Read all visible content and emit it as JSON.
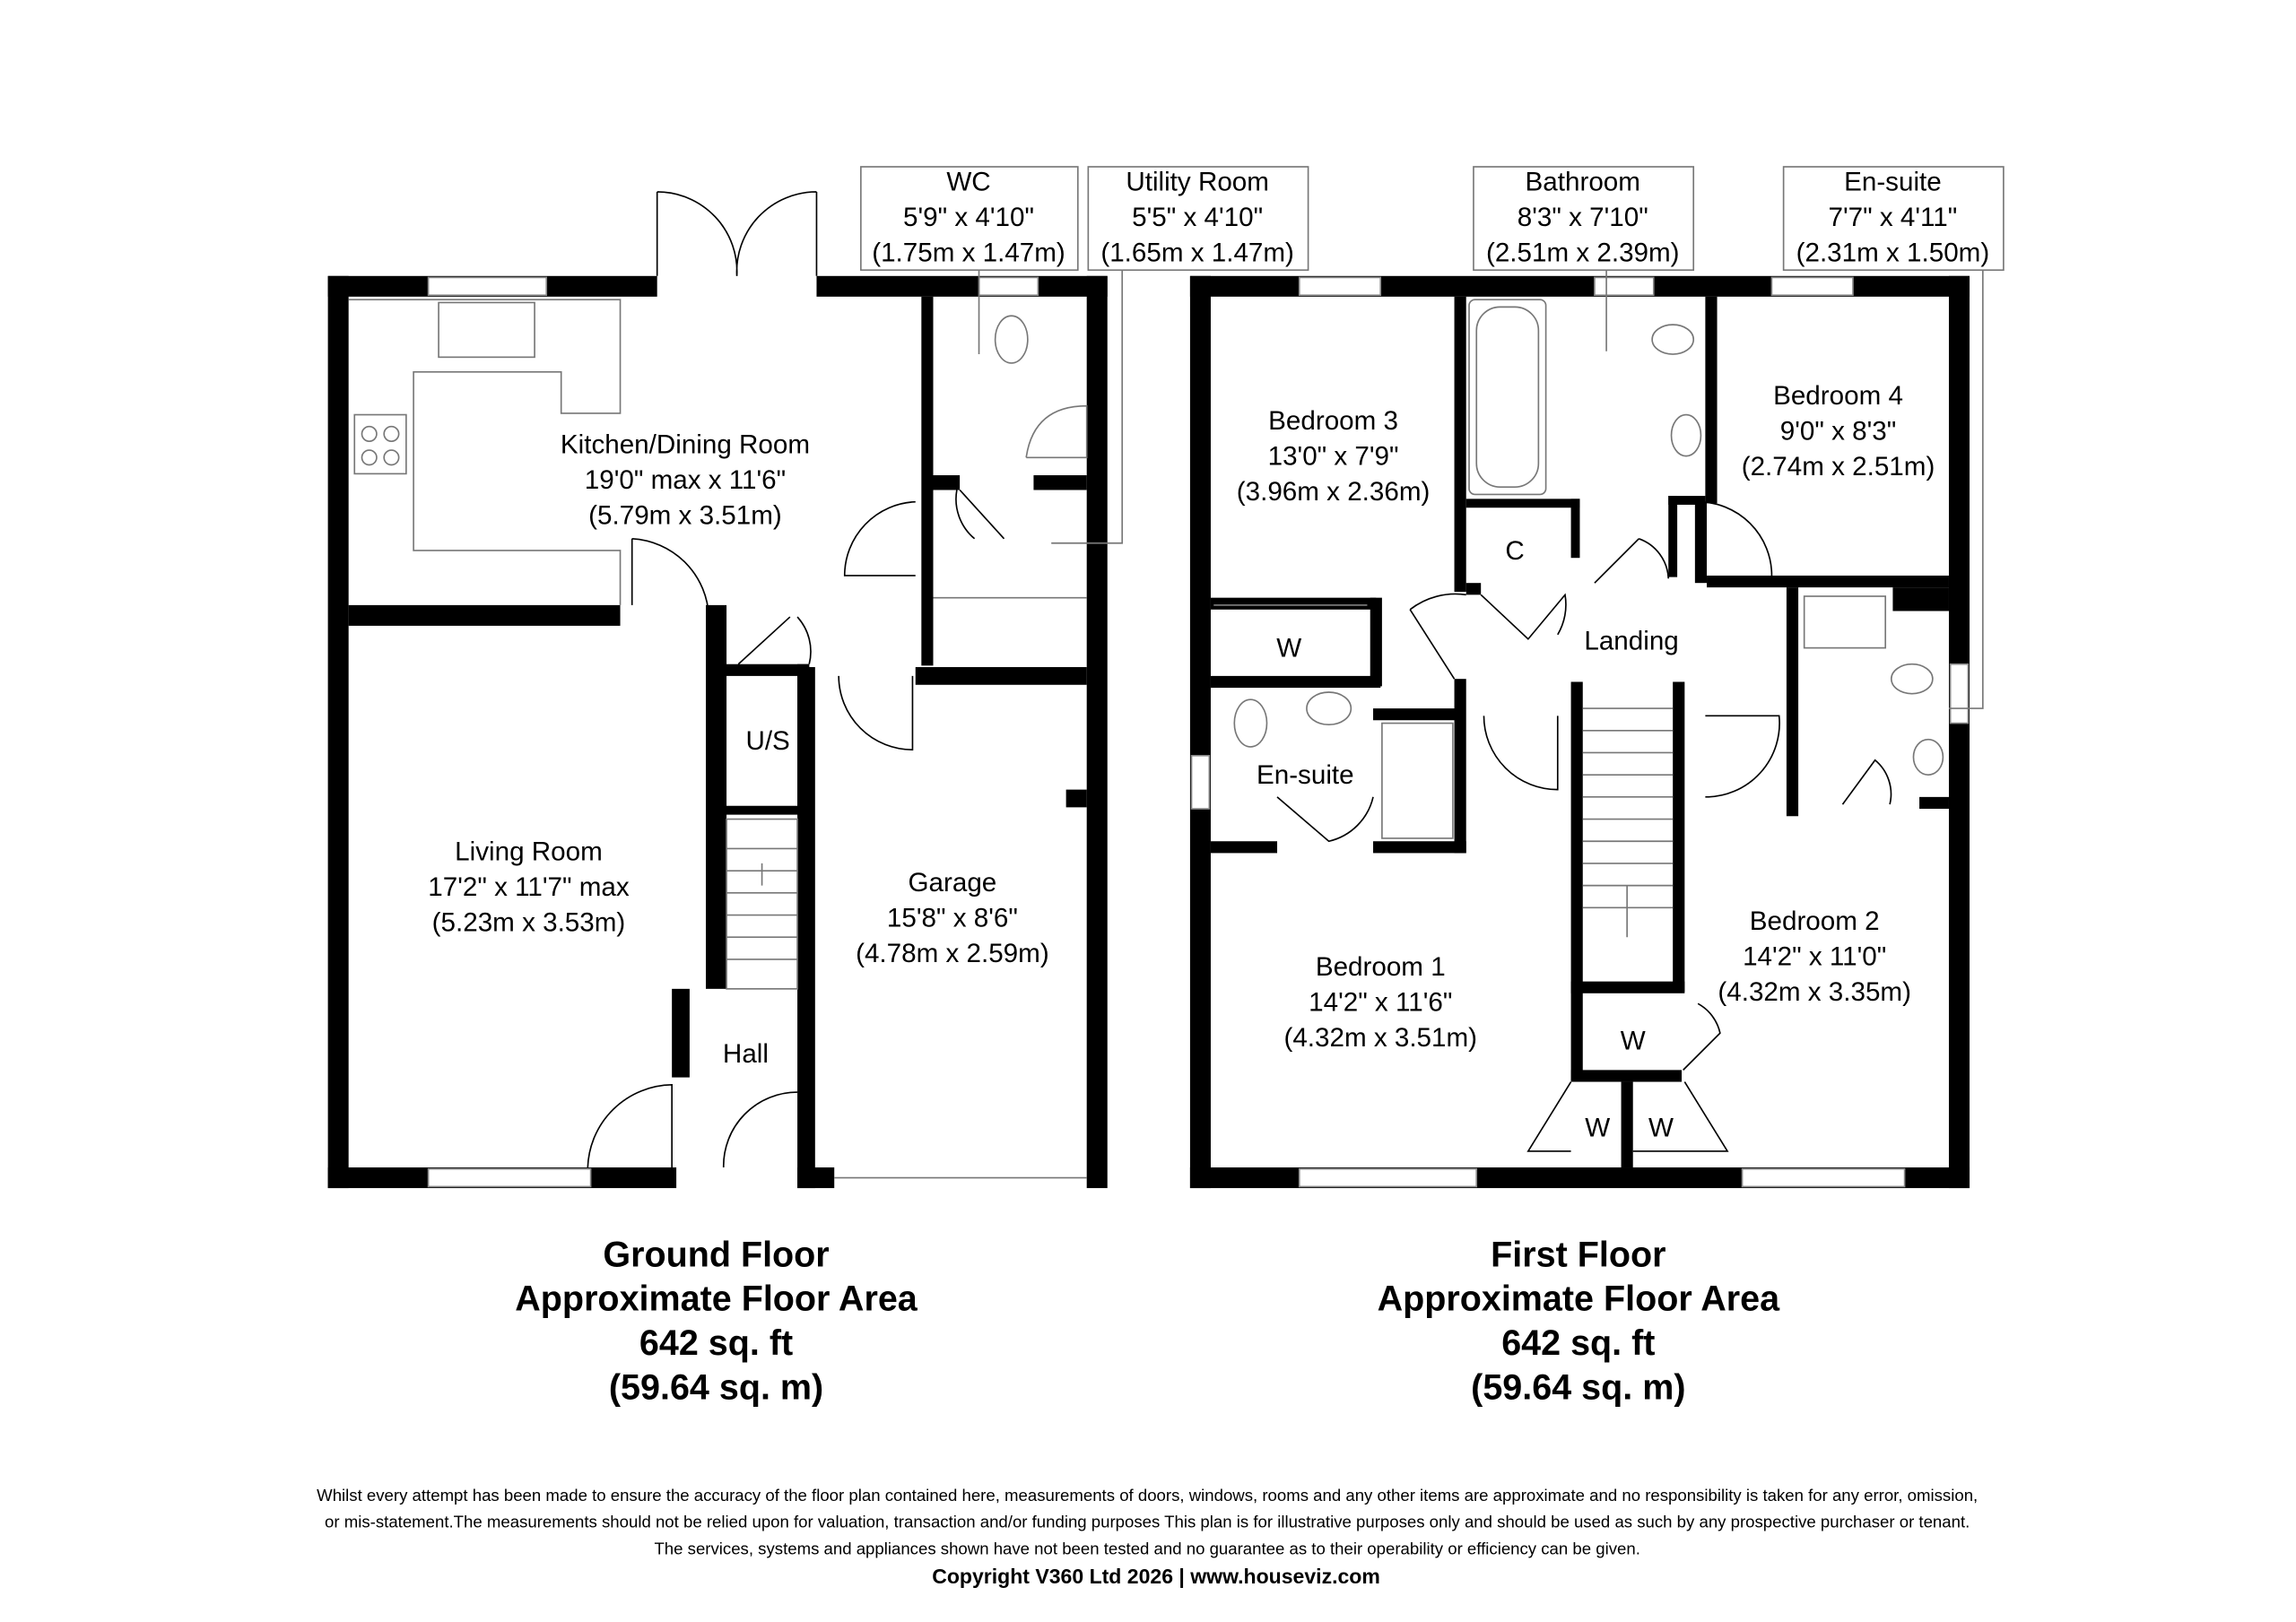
{
  "ground_floor": {
    "rooms": {
      "kitchen": {
        "name": "Kitchen/Dining Room",
        "imperial": "19'0\" max x 11'6\"",
        "metric": "(5.79m x 3.51m)"
      },
      "wc": {
        "name": "WC",
        "imperial": "5'9\" x 4'10\"",
        "metric": "(1.75m x 1.47m)"
      },
      "utility": {
        "name": "Utility Room",
        "imperial": "5'5\" x 4'10\"",
        "metric": "(1.65m x 1.47m)"
      },
      "living": {
        "name": "Living Room",
        "imperial": "17'2\" x 11'7\" max",
        "metric": "(5.23m x 3.53m)"
      },
      "us": {
        "name": "U/S"
      },
      "hall": {
        "name": "Hall"
      },
      "garage": {
        "name": "Garage",
        "imperial": "15'8\" x 8'6\"",
        "metric": "(4.78m x 2.59m)"
      }
    },
    "summary": {
      "title": "Ground Floor",
      "subtitle": "Approximate Floor Area",
      "sqft": "642 sq. ft",
      "sqm": "(59.64 sq. m)"
    }
  },
  "first_floor": {
    "rooms": {
      "bathroom": {
        "name": "Bathroom",
        "imperial": "8'3\" x 7'10\"",
        "metric": "(2.51m x 2.39m)"
      },
      "ensuite_main": {
        "name": "En-suite",
        "imperial": "7'7\" x 4'11\"",
        "metric": "(2.31m x 1.50m)"
      },
      "bedroom3": {
        "name": "Bedroom 3",
        "imperial": "13'0\" x 7'9\"",
        "metric": "(3.96m x 2.36m)"
      },
      "bedroom4": {
        "name": "Bedroom 4",
        "imperial": "9'0\" x 8'3\"",
        "metric": "(2.74m x 2.51m)"
      },
      "cupboard": {
        "name": "C"
      },
      "landing": {
        "name": "Landing"
      },
      "wardrobe_b3": {
        "name": "W"
      },
      "ensuite_b1": {
        "name": "En-suite"
      },
      "bedroom1": {
        "name": "Bedroom 1",
        "imperial": "14'2\" x 11'6\"",
        "metric": "(4.32m x 3.51m)"
      },
      "bedroom2": {
        "name": "Bedroom 2",
        "imperial": "14'2\" x 11'0\"",
        "metric": "(4.32m x 3.35m)"
      },
      "wardrobe_b2": {
        "name": "W"
      },
      "wardrobe_1": {
        "name": "W"
      },
      "wardrobe_2": {
        "name": "W"
      }
    },
    "summary": {
      "title": "First Floor",
      "subtitle": "Approximate Floor Area",
      "sqft": "642 sq. ft",
      "sqm": "(59.64 sq. m)"
    }
  },
  "footer": {
    "disclaimer": [
      "Whilst every attempt has been made to ensure the accuracy of the floor plan contained here, measurements of doors, windows, rooms and any other items are approximate and no responsibility is taken for any error, omission,",
      "or mis-statement.The measurements should not be relied upon for valuation, transaction and/or funding purposes This plan is for illustrative purposes only and should be used as such by any prospective purchaser or tenant.",
      "The services, systems and appliances shown have not been tested and no guarantee as to their operability or efficiency can be given."
    ],
    "copyright": "Copyright V360 Ltd 2026 | www.houseviz.com"
  }
}
